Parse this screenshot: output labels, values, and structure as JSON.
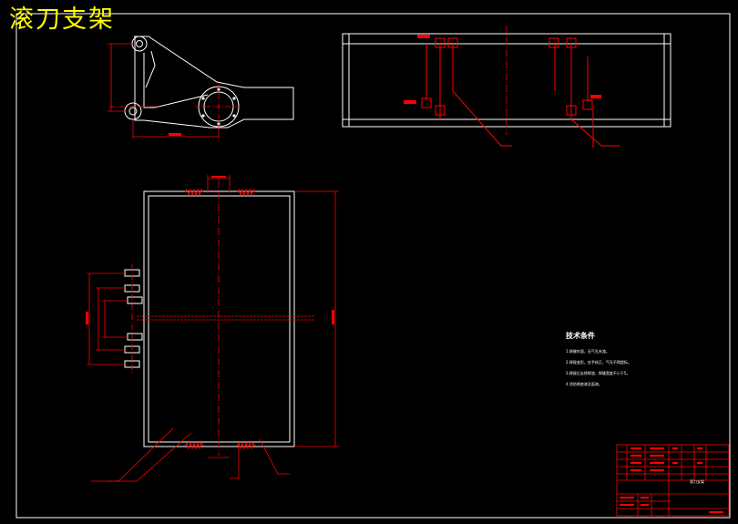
{
  "title": "滚刀支架",
  "technical_requirements": {
    "heading": "技术条件",
    "notes": [
      "1.焊缝牢固，无气孔夹渣。",
      "2.焊接变形，应予校正，气孔不得超标。",
      "3.焊接后去除焊渣，焊缝宽度不小于5。",
      "4.涂防锈底漆及面漆。"
    ]
  },
  "title_block": {
    "drawing_name": "滚刀支架",
    "company": "",
    "drawing_no": ""
  },
  "colors": {
    "background": "#000000",
    "outline": "#ffffff",
    "dimension": "#ff0000",
    "title": "#ffff00"
  }
}
